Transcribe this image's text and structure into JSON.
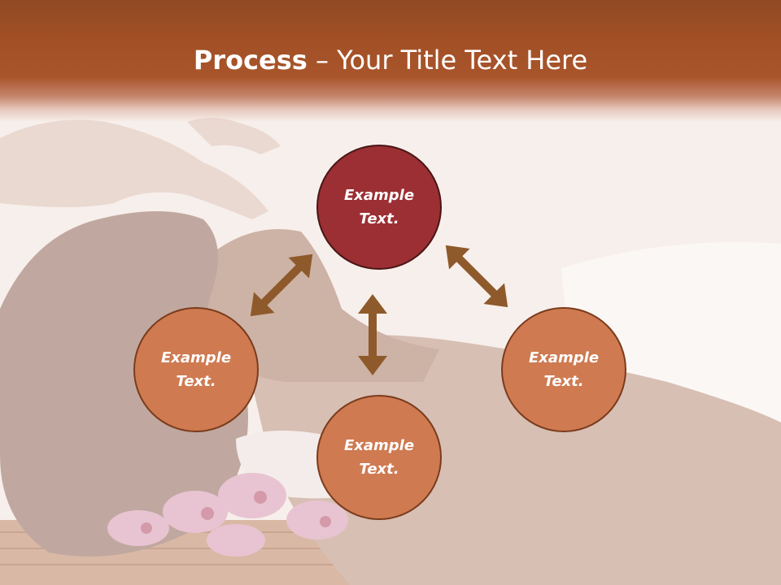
{
  "title": {
    "bold_part": "Process",
    "rest_part": " – Your Title Text Here"
  },
  "nodes": {
    "top": {
      "line1": "Example",
      "line2": "Text."
    },
    "left": {
      "line1": "Example",
      "line2": "Text."
    },
    "right": {
      "line1": "Example",
      "line2": "Text."
    },
    "bottom": {
      "line1": "Example",
      "line2": "Text."
    }
  },
  "colors": {
    "title_band": "#a14f25",
    "top_node": "#9b2f33",
    "node": "#cf7a51",
    "arrow": "#8e5a2b"
  }
}
